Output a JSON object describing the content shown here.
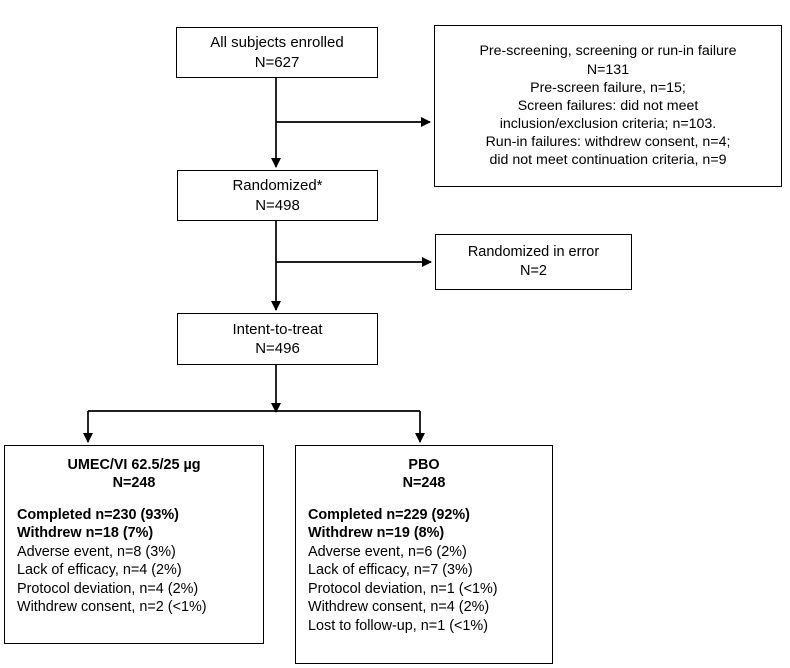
{
  "diagram": {
    "type": "consort-participant-flow",
    "title_node": "All subjects enrolled",
    "nodes": {
      "enrolled": {
        "label": "All subjects enrolled",
        "count": "N=627"
      },
      "prescreen_failure": {
        "lines": [
          "Pre-screening, screening or run-in failure",
          "N=131",
          "Pre-screen failure, n=15;",
          "Screen failures: did not meet",
          "inclusion/exclusion criteria; n=103.",
          "Run-in failures: withdrew consent, n=4;",
          "did not meet continuation criteria, n=9"
        ]
      },
      "randomized": {
        "label": "Randomized*",
        "count": "N=498"
      },
      "randomized_in_error": {
        "label": "Randomized in error",
        "count": "N=2"
      },
      "intent_to_treat": {
        "label": "Intent-to-treat",
        "count": "N=496"
      },
      "umec_arm": {
        "title": "UMEC/VI 62.5/25 µg",
        "count": "N=248",
        "rows": [
          {
            "text": "Completed n=230 (93%)",
            "bold": true
          },
          {
            "text": "Withdrew n=18 (7%)",
            "bold": true
          },
          {
            "text": "Adverse event, n=8 (3%)",
            "bold": false
          },
          {
            "text": "Lack of efficacy, n=4 (2%)",
            "bold": false
          },
          {
            "text": "Protocol deviation, n=4 (2%)",
            "bold": false
          },
          {
            "text": "Withdrew consent, n=2 (<1%)",
            "bold": false
          }
        ]
      },
      "pbo_arm": {
        "title": "PBO",
        "count": "N=248",
        "rows": [
          {
            "text": "Completed n=229 (92%)",
            "bold": true
          },
          {
            "text": "Withdrew n=19 (8%)",
            "bold": true
          },
          {
            "text": "Adverse event, n=6 (2%)",
            "bold": false
          },
          {
            "text": "Lack of efficacy, n=7 (3%)",
            "bold": false
          },
          {
            "text": "Protocol deviation, n=1 (<1%)",
            "bold": false
          },
          {
            "text": "Withdrew consent, n=4 (2%)",
            "bold": false
          },
          {
            "text": "Lost to follow-up, n=1 (<1%)",
            "bold": false
          }
        ]
      }
    },
    "colors": {
      "stroke": "#000000",
      "background": "#ffffff",
      "text": "#000000"
    }
  }
}
